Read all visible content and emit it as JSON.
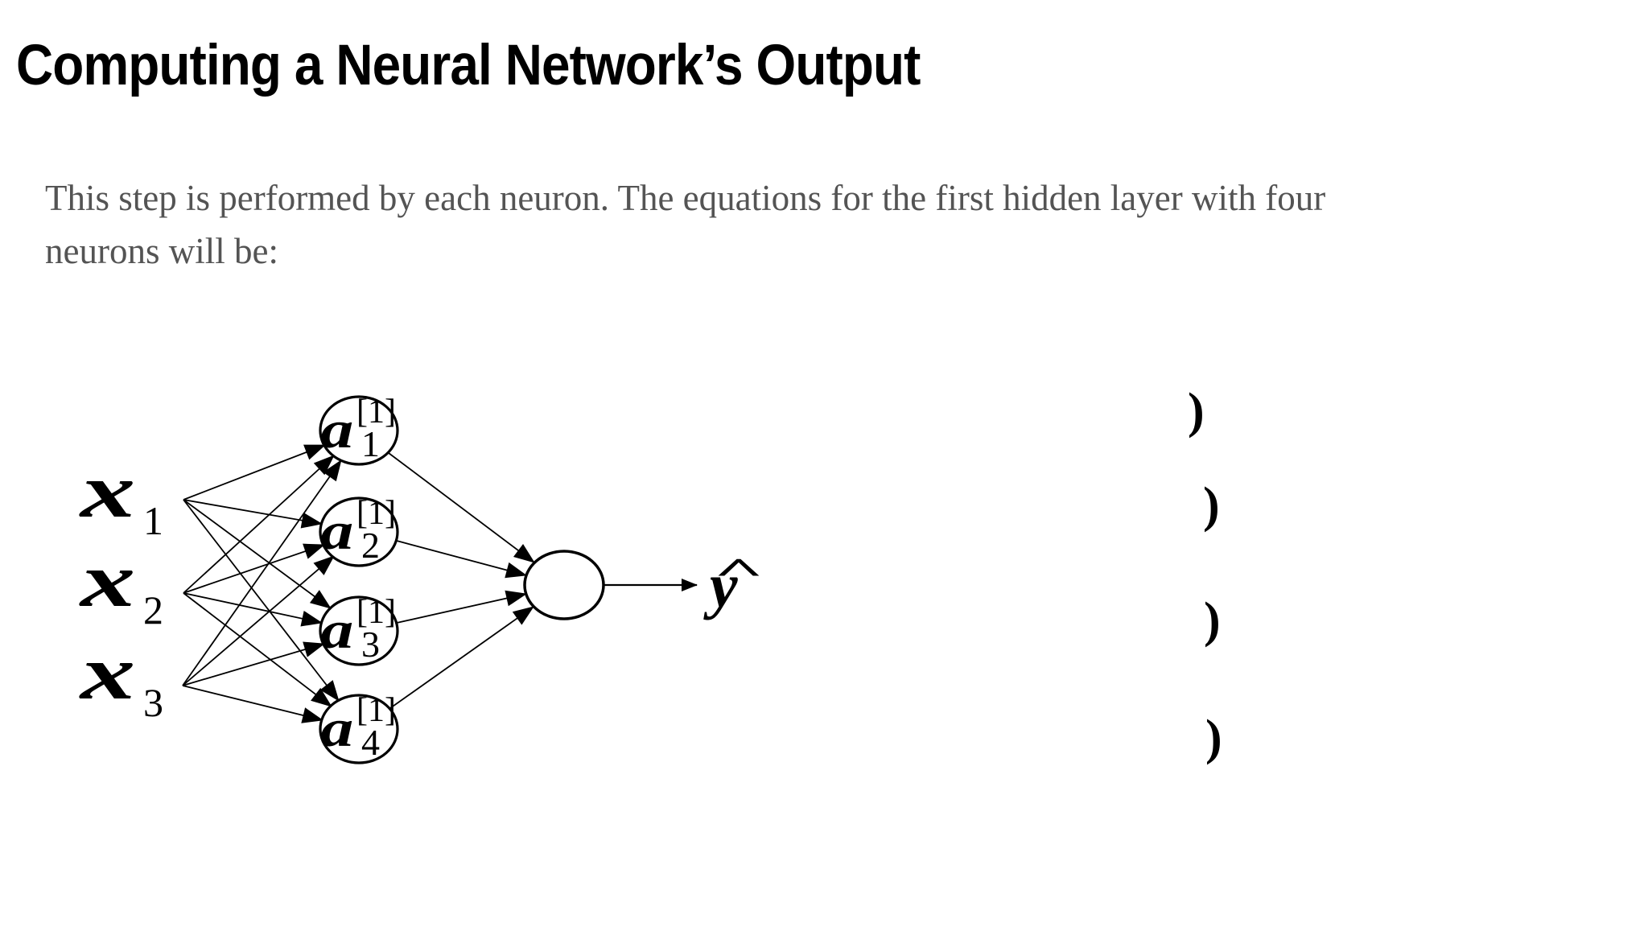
{
  "slide": {
    "title": "Computing a Neural Network’s Output",
    "body_lines": [
      "This step is performed by each neuron. The equations for the first hidden layer with four",
      "neurons will be:"
    ]
  },
  "diagram": {
    "input_nodes": [
      {
        "base": "x",
        "sub": "1"
      },
      {
        "base": "x",
        "sub": "2"
      },
      {
        "base": "x",
        "sub": "3"
      }
    ],
    "hidden_nodes": [
      {
        "base": "a",
        "sup": "[1]",
        "sub": "1"
      },
      {
        "base": "a",
        "sup": "[1]",
        "sub": "2"
      },
      {
        "base": "a",
        "sup": "[1]",
        "sub": "3"
      },
      {
        "base": "a",
        "sup": "[1]",
        "sub": "4"
      }
    ],
    "output_label": {
      "hat": "^",
      "base": "y"
    },
    "equation_fragments": [
      ")",
      ")",
      ")",
      ")"
    ],
    "colors": {
      "ink": "#000000",
      "body_text": "#545454",
      "background": "#ffffff"
    }
  }
}
